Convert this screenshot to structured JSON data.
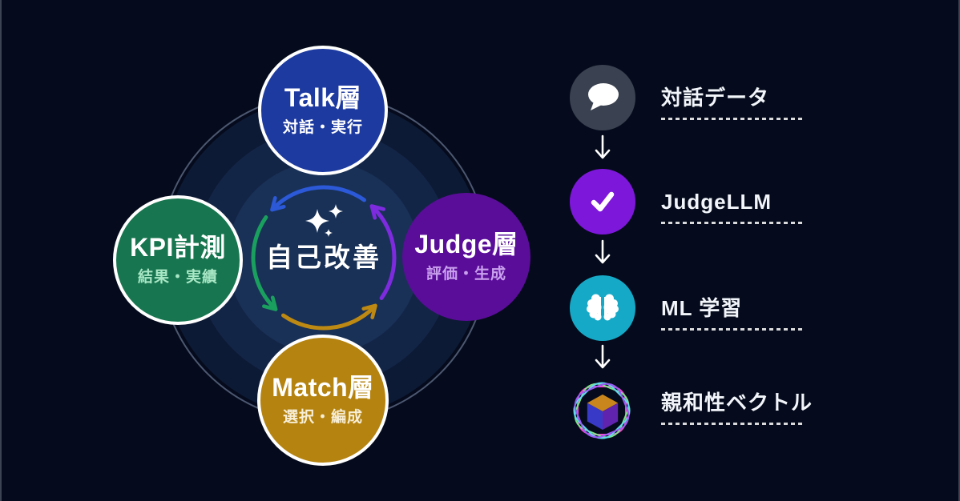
{
  "colors": {
    "background": "#050b1c",
    "band_outer": "#0d1a35",
    "band_mid": "#132547",
    "band_inner": "#193156",
    "orbit_ring": "#94a3c6",
    "white": "#ffffff",
    "arc_blue": "#2b59d8",
    "arc_green": "#1aa05e",
    "arc_gold": "#bd8912",
    "arc_purple": "#7e2be0"
  },
  "cycle": {
    "flow_direction": "counterclockwise",
    "center": {
      "title": "自己改善",
      "icon": "sparkles-icon",
      "title_color": "#ffffff"
    },
    "nodes": [
      {
        "id": "talk",
        "title": "Talk層",
        "subtitle": "対話・実行",
        "fill": "#1d3aa0",
        "border": "#ffffff",
        "title_color": "#ffffff",
        "subtitle_color": "#ffffff"
      },
      {
        "id": "kpi",
        "title": "KPI計測",
        "subtitle": "結果・実績",
        "fill": "#17754f",
        "border": "#ffffff",
        "title_color": "#ffffff",
        "subtitle_color": "#a9e7c6"
      },
      {
        "id": "judge",
        "title": "Judge層",
        "subtitle": "評価・生成",
        "fill": "#5a0d99",
        "border": "none",
        "title_color": "#ffffff",
        "subtitle_color": "#c9a0ee"
      },
      {
        "id": "match",
        "title": "Match層",
        "subtitle": "選択・編成",
        "fill": "#b5830f",
        "border": "#ffffff",
        "title_color": "#ffffff",
        "subtitle_color": "#f7eed6"
      }
    ]
  },
  "flow": {
    "arrow_color": "#ffffff",
    "label_color": "#f2f5fa",
    "steps": [
      {
        "label": "対話データ",
        "icon": "chat-bubble-icon",
        "icon_bg": "#3a4150",
        "icon_color": "#ffffff"
      },
      {
        "label": "JudgeLLM",
        "icon": "checkmark-icon",
        "icon_bg": "#7d17da",
        "icon_color": "#ffffff"
      },
      {
        "label": "ML 学習",
        "icon": "brain-icon",
        "icon_bg": "#16a9c7",
        "icon_color": "#ffffff"
      },
      {
        "label": "親和性ベクトル",
        "icon": "vector-cube-icon",
        "icon_bg": "transparent",
        "ring_colors": [
          "#f14ad2",
          "#7ee787",
          "#5fd9f2",
          "#9a5cf5"
        ],
        "cube_colors": {
          "top": "#c9861c",
          "left": "#3939c8",
          "right": "#5f23ad"
        }
      }
    ]
  }
}
